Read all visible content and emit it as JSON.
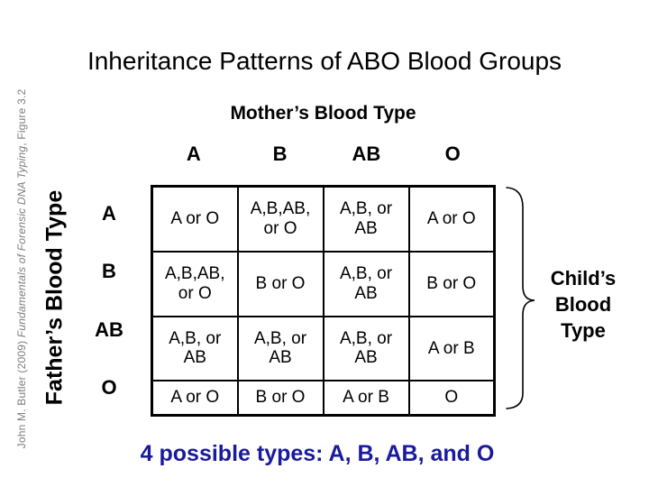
{
  "slide": {
    "title": "Inheritance Patterns of ABO Blood Groups",
    "citation": {
      "prefix": "John M. Butler (2009) ",
      "italic": "Fundamentals of Forensic DNA Typing",
      "suffix": ", Figure 3.2"
    },
    "mother_axis_label": "Mother’s Blood Type",
    "father_axis_label": "Father’s Blood Type",
    "child_label": "Child’s\nBlood\nType",
    "caption": "4 possible types: A, B, AB, and O",
    "colors": {
      "text": "#000000",
      "citation_gray": "#7d7d7d",
      "caption_navy": "#1a1a9c"
    }
  },
  "table": {
    "mother_types": [
      "A",
      "B",
      "AB",
      "O"
    ],
    "father_types": [
      "A",
      "B",
      "AB",
      "O"
    ],
    "cells": [
      [
        "A or O",
        "A,B,AB,\nor O",
        "A,B, or\nAB",
        "A or O"
      ],
      [
        "A,B,AB,\nor O",
        "B or O",
        "A,B, or\nAB",
        "B or O"
      ],
      [
        "A,B, or\nAB",
        "A,B, or\nAB",
        "A,B, or\nAB",
        "A or B"
      ],
      [
        "A or O",
        "B or O",
        "A or B",
        "O"
      ]
    ]
  }
}
